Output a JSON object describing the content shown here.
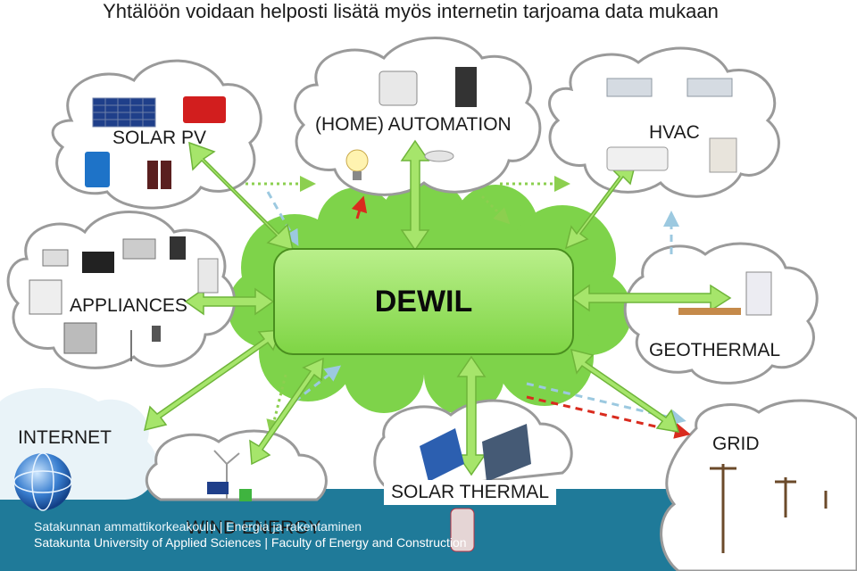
{
  "title": "Yhtälöön voidaan helposti lisätä myös internetin tarjoama data mukaan",
  "center": {
    "label": "DEWIL"
  },
  "nodes": {
    "solar_pv": "SOLAR PV",
    "automation": "(HOME) AUTOMATION",
    "hvac": "HVAC",
    "appliances": "APPLIANCES",
    "geothermal": "GEOTHERMAL",
    "internet": "INTERNET",
    "grid": "GRID",
    "solar_thermal": "SOLAR THERMAL",
    "wind_energy": "WIND ENERGY"
  },
  "footer": {
    "line1": "Satakunnan ammattikorkeakoulu | Energia ja rakentaminen",
    "line2": "Satakunta University of Applied Sciences  |  Faculty of Energy and Construction"
  },
  "colors": {
    "arrow_green": "#9fe061",
    "center_green": "#8fdc55",
    "footer_bar": "#1f7a99",
    "red_link": "#d92b1e",
    "blue_link": "#9cc9e0"
  }
}
